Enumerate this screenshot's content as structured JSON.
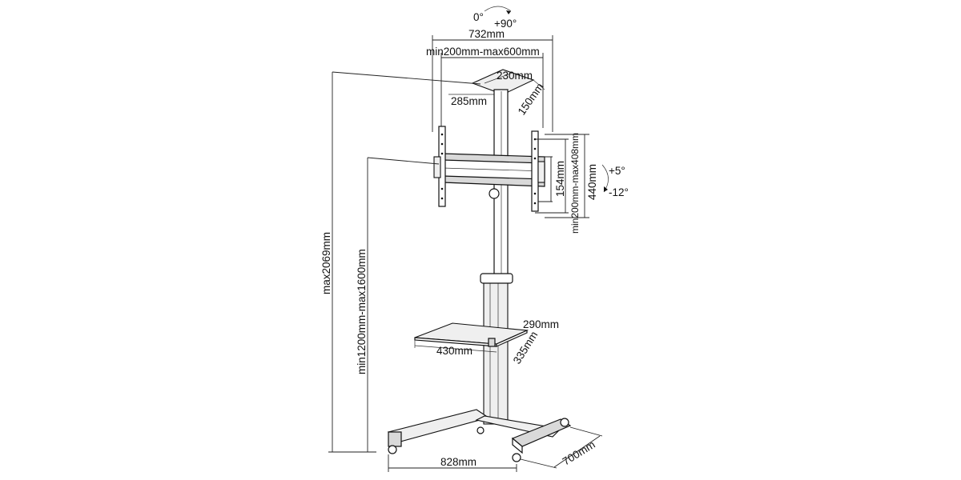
{
  "rotation": {
    "start": "0°",
    "end": "+90°"
  },
  "tilt": {
    "up": "+5°",
    "down": "-12°"
  },
  "dimensions": {
    "mount_width": "732mm",
    "vesa_horizontal": "min200mm-max600mm",
    "top_plate_width": "230mm",
    "top_plate_depth": "285mm",
    "top_plate_side": "150mm",
    "bracket_inner": "154mm",
    "vesa_vertical": "min200mm-max408mm",
    "bracket_height": "440mm",
    "max_height": "max2069mm",
    "center_height": "min1200mm-max1600mm",
    "shelf_width": "290mm",
    "shelf_front": "430mm",
    "shelf_depth": "335mm",
    "base_width": "828mm",
    "base_depth": "700mm"
  }
}
